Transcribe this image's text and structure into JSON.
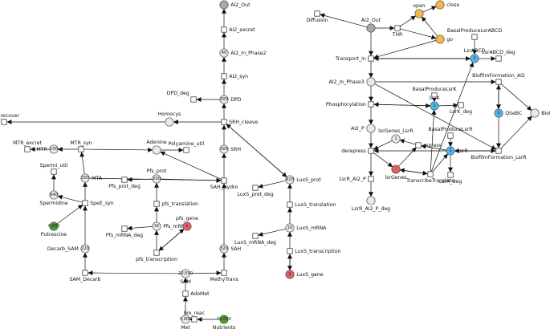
{
  "colors": {
    "place_fill": "#e9e9e9",
    "place_stroke": "#555555",
    "grey": "#a8a8a8",
    "green": "#4f9a32",
    "red": "#e06060",
    "blue": "#4fb6ea",
    "orange": "#f6b746",
    "transition_fill": "#ffffff"
  },
  "nodes": [
    {
      "id": "ai2_out_top",
      "kind": "place",
      "color": "grey",
      "label": "AI2_Out",
      "token": ""
    },
    {
      "id": "ai2_excret",
      "kind": "transition",
      "label": "AI2_excret"
    },
    {
      "id": "ai2_in_phase2",
      "kind": "place",
      "color": "none",
      "label": "AI2_In_Phase2",
      "token": "40"
    },
    {
      "id": "ai2_syn",
      "kind": "transition",
      "label": "AI2_syn"
    },
    {
      "id": "dpd",
      "kind": "place",
      "color": "none",
      "label": "DPD",
      "token": "300"
    },
    {
      "id": "dpd_deg",
      "kind": "transition",
      "label": "DPD_deg"
    },
    {
      "id": "homocys",
      "kind": "place",
      "color": "none",
      "label": "Homocys",
      "token": ""
    },
    {
      "id": "met_recover",
      "kind": "transition",
      "label": "Met_recover"
    },
    {
      "id": "srh_cleave",
      "kind": "transition",
      "label": "SRH_cleave"
    },
    {
      "id": "mtr_excret",
      "kind": "transition",
      "label": "MTR_excret"
    },
    {
      "id": "mtr",
      "kind": "place",
      "color": "none",
      "label": "MTR",
      "token": "100"
    },
    {
      "id": "mtr_syn",
      "kind": "transition",
      "label": "MTR_syn"
    },
    {
      "id": "adenine",
      "kind": "place",
      "color": "none",
      "label": "Adenine",
      "token": ""
    },
    {
      "id": "polyamine_util",
      "kind": "transition",
      "label": "Polyamine_util"
    },
    {
      "id": "srh",
      "kind": "place",
      "color": "none",
      "label": "SRH",
      "token": "300"
    },
    {
      "id": "spermi_util",
      "kind": "transition",
      "label": "Spermi_util"
    },
    {
      "id": "mta",
      "kind": "place",
      "color": "none",
      "label": "MTA",
      "token": "200"
    },
    {
      "id": "pfs_prot",
      "kind": "place",
      "color": "none",
      "label": "Pfs_prot",
      "token": "200"
    },
    {
      "id": "pfs_prot_deg",
      "kind": "transition",
      "label": "Pfs_prot_deg"
    },
    {
      "id": "sah_hydro",
      "kind": "transition",
      "label": "SAH_Hydro"
    },
    {
      "id": "spermidine",
      "kind": "place",
      "color": "none",
      "label": "Spermidine",
      "token": "940"
    },
    {
      "id": "spee_syn",
      "kind": "transition",
      "label": "SpeE_syn"
    },
    {
      "id": "pfs_translation",
      "kind": "transition",
      "label": "pfs_translation"
    },
    {
      "id": "pfs_mrna",
      "kind": "place",
      "color": "none",
      "label": "Pfs_mRNA",
      "token": "32"
    },
    {
      "id": "pfs_mrna_deg",
      "kind": "transition",
      "label": "Pfs_mRNA_deg"
    },
    {
      "id": "pfs_gene",
      "kind": "place",
      "color": "red",
      "label": "pfs_gene",
      "token": "1"
    },
    {
      "id": "pfs_transcription",
      "kind": "transition",
      "label": "pfs_transcription"
    },
    {
      "id": "putrescine",
      "kind": "place",
      "color": "green",
      "label": "Putrescine",
      "token": "4,000"
    },
    {
      "id": "decarb_sam",
      "kind": "place",
      "color": "none",
      "label": "Decarb_SAM",
      "token": "220"
    },
    {
      "id": "sah",
      "kind": "place",
      "color": "none",
      "label": "SAH",
      "token": "320"
    },
    {
      "id": "luxs_prot",
      "kind": "place",
      "color": "none",
      "label": "LuxS_prot",
      "token": "420"
    },
    {
      "id": "luxs_prot_deg",
      "kind": "transition",
      "label": "LuxS_prot_deg"
    },
    {
      "id": "luxs_translation",
      "kind": "transition",
      "label": "LuxS_translation"
    },
    {
      "id": "luxs_mrna",
      "kind": "place",
      "color": "none",
      "label": "LuxS_mRNA",
      "token": "16"
    },
    {
      "id": "luxs_mrna_deg",
      "kind": "transition",
      "label": "LuxS_mRNA_deg"
    },
    {
      "id": "luxs_transcription",
      "kind": "transition",
      "label": "LuxS_transcription"
    },
    {
      "id": "luxs_gene",
      "kind": "place",
      "color": "red",
      "label": "LuxS_gene",
      "token": "1"
    },
    {
      "id": "sam_decarb",
      "kind": "transition",
      "label": "SAM_Decarb"
    },
    {
      "id": "sam",
      "kind": "place",
      "color": "none",
      "label": "SAM",
      "token": "20,000"
    },
    {
      "id": "methytrans",
      "kind": "transition",
      "label": "MethyTrans"
    },
    {
      "id": "adomet",
      "kind": "transition",
      "label": "AdoMet"
    },
    {
      "id": "bio_reac",
      "kind": "transition",
      "label": "bio_reac"
    },
    {
      "id": "met",
      "kind": "place",
      "color": "none",
      "label": "Met",
      "token": "4,000"
    },
    {
      "id": "nutrients",
      "kind": "place",
      "color": "green",
      "label": "Nutrients",
      "token": "71,050"
    },
    {
      "id": "diffusion",
      "kind": "transition",
      "label": "Diffusion"
    },
    {
      "id": "ai2_out_r",
      "kind": "place",
      "color": "grey",
      "label": "AI2_Out",
      "token": ""
    },
    {
      "id": "thr",
      "kind": "transition",
      "label": "THR"
    },
    {
      "id": "open_sw",
      "kind": "place",
      "color": "orange",
      "label": "open",
      "token": ""
    },
    {
      "id": "close_sw",
      "kind": "place",
      "color": "orange",
      "label": "close",
      "token": ""
    },
    {
      "id": "go_sw",
      "kind": "place",
      "color": "orange",
      "label": "go",
      "token": ""
    },
    {
      "id": "basal_lsrabcd",
      "kind": "transition",
      "label": "BasalProduceLsrABCD"
    },
    {
      "id": "transport_in",
      "kind": "transition",
      "label": "Transport_in"
    },
    {
      "id": "lsrabcd",
      "kind": "place",
      "color": "blue",
      "label": "LsrABCD",
      "token": "1"
    },
    {
      "id": "lsrabcd_deg",
      "kind": "transition",
      "label": "LsrABCD_deg"
    },
    {
      "id": "ai2_in_phase3",
      "kind": "place",
      "color": "none",
      "label": "AI2_In_Phase3",
      "token": ""
    },
    {
      "id": "biofilm_ai2",
      "kind": "transition",
      "label": "BiofilmFormation_AI2"
    },
    {
      "id": "basal_lsrk",
      "kind": "transition",
      "label": "BasalProduceLsrK"
    },
    {
      "id": "lsrk",
      "kind": "place",
      "color": "blue",
      "label": "LsrK",
      "token": "1"
    },
    {
      "id": "lsrk_deg",
      "kind": "transition",
      "label": "LsrK_deg"
    },
    {
      "id": "phosphorylation",
      "kind": "transition",
      "label": "Phosphorylation"
    },
    {
      "id": "qsebc",
      "kind": "place",
      "color": "blue",
      "label": "QSeBC",
      "token": "1"
    },
    {
      "id": "biofilm",
      "kind": "place",
      "color": "none",
      "label": "Biofilm",
      "token": ""
    },
    {
      "id": "ai2_p",
      "kind": "place",
      "color": "none",
      "label": "AI2_P",
      "token": ""
    },
    {
      "id": "lsrgenes_lsrr",
      "kind": "place",
      "color": "none",
      "label": "lsrGenes_LsrR",
      "token": "1"
    },
    {
      "id": "basal_lsrr",
      "kind": "transition",
      "label": "BasalProduceLsrR"
    },
    {
      "id": "derepress",
      "kind": "transition",
      "label": "derepress"
    },
    {
      "id": "repress",
      "kind": "transition",
      "label": "repress"
    },
    {
      "id": "lsrr",
      "kind": "place",
      "color": "blue",
      "label": "LsrR",
      "token": "1"
    },
    {
      "id": "biofilm_lsrr",
      "kind": "transition",
      "label": "BiofilmFormation_LsrR"
    },
    {
      "id": "lsrr_ai2_p",
      "kind": "transition",
      "label": "LsrR_AI2_P"
    },
    {
      "id": "lsrgenes",
      "kind": "place",
      "color": "red",
      "label": "lsrGenes",
      "token": ""
    },
    {
      "id": "transcribe_translate",
      "kind": "transition",
      "label": "TranscribeTranslate"
    },
    {
      "id": "lsrr_deg",
      "kind": "transition",
      "label": "LsrR_deg"
    },
    {
      "id": "lsrr_ai2_p_deg",
      "kind": "place",
      "color": "none",
      "label": "LsrR_AI2_P_deg",
      "token": ""
    }
  ]
}
